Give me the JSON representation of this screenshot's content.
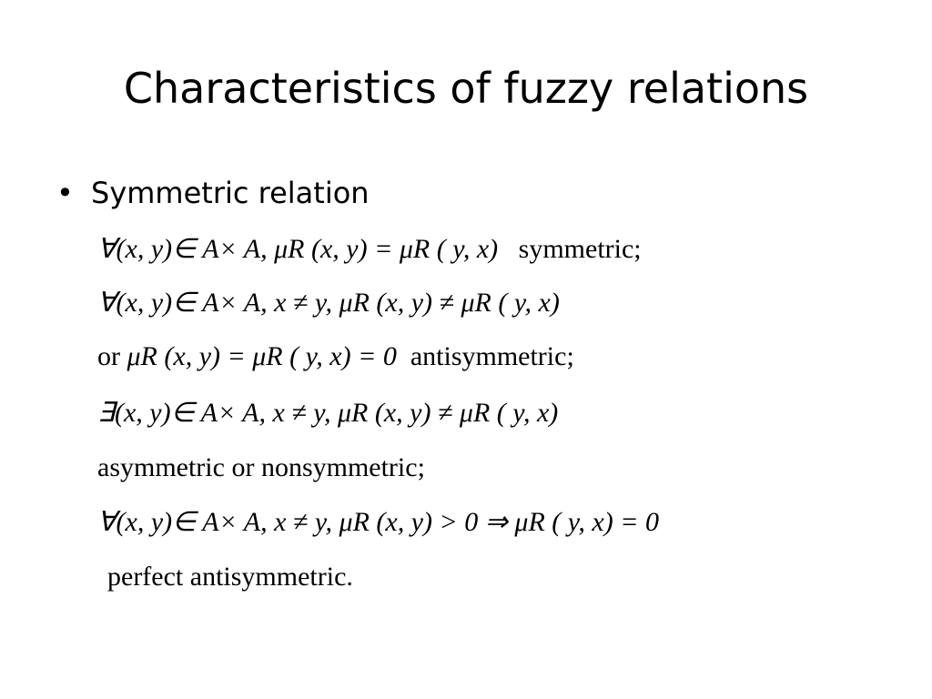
{
  "slide": {
    "title": "Characteristics of fuzzy relations",
    "bullet_marker": "•",
    "bullet_text": "Symmetric relation",
    "lines": [
      {
        "expr": "∀(x, y)∈ A× A, μR (x, y) = μR ( y, x)",
        "label": "symmetric;"
      },
      {
        "expr": "∀(x, y)∈ A× A, x ≠ y, μR (x, y) ≠ μR ( y, x)",
        "label": ""
      },
      {
        "prefix": "or",
        "expr": "μR (x, y) = μR ( y, x) = 0",
        "label": "antisymmetric;"
      },
      {
        "expr": "∃(x, y)∈ A× A, x ≠ y, μR (x, y) ≠ μR ( y, x)",
        "label": ""
      },
      {
        "expr": "",
        "label": "asymmetric or nonsymmetric;"
      },
      {
        "expr": "∀(x, y)∈ A× A, x ≠ y, μR (x, y) > 0 ⇒ μR ( y, x) = 0",
        "label": ""
      },
      {
        "expr": "",
        "label": "perfect antisymmetric."
      }
    ]
  }
}
